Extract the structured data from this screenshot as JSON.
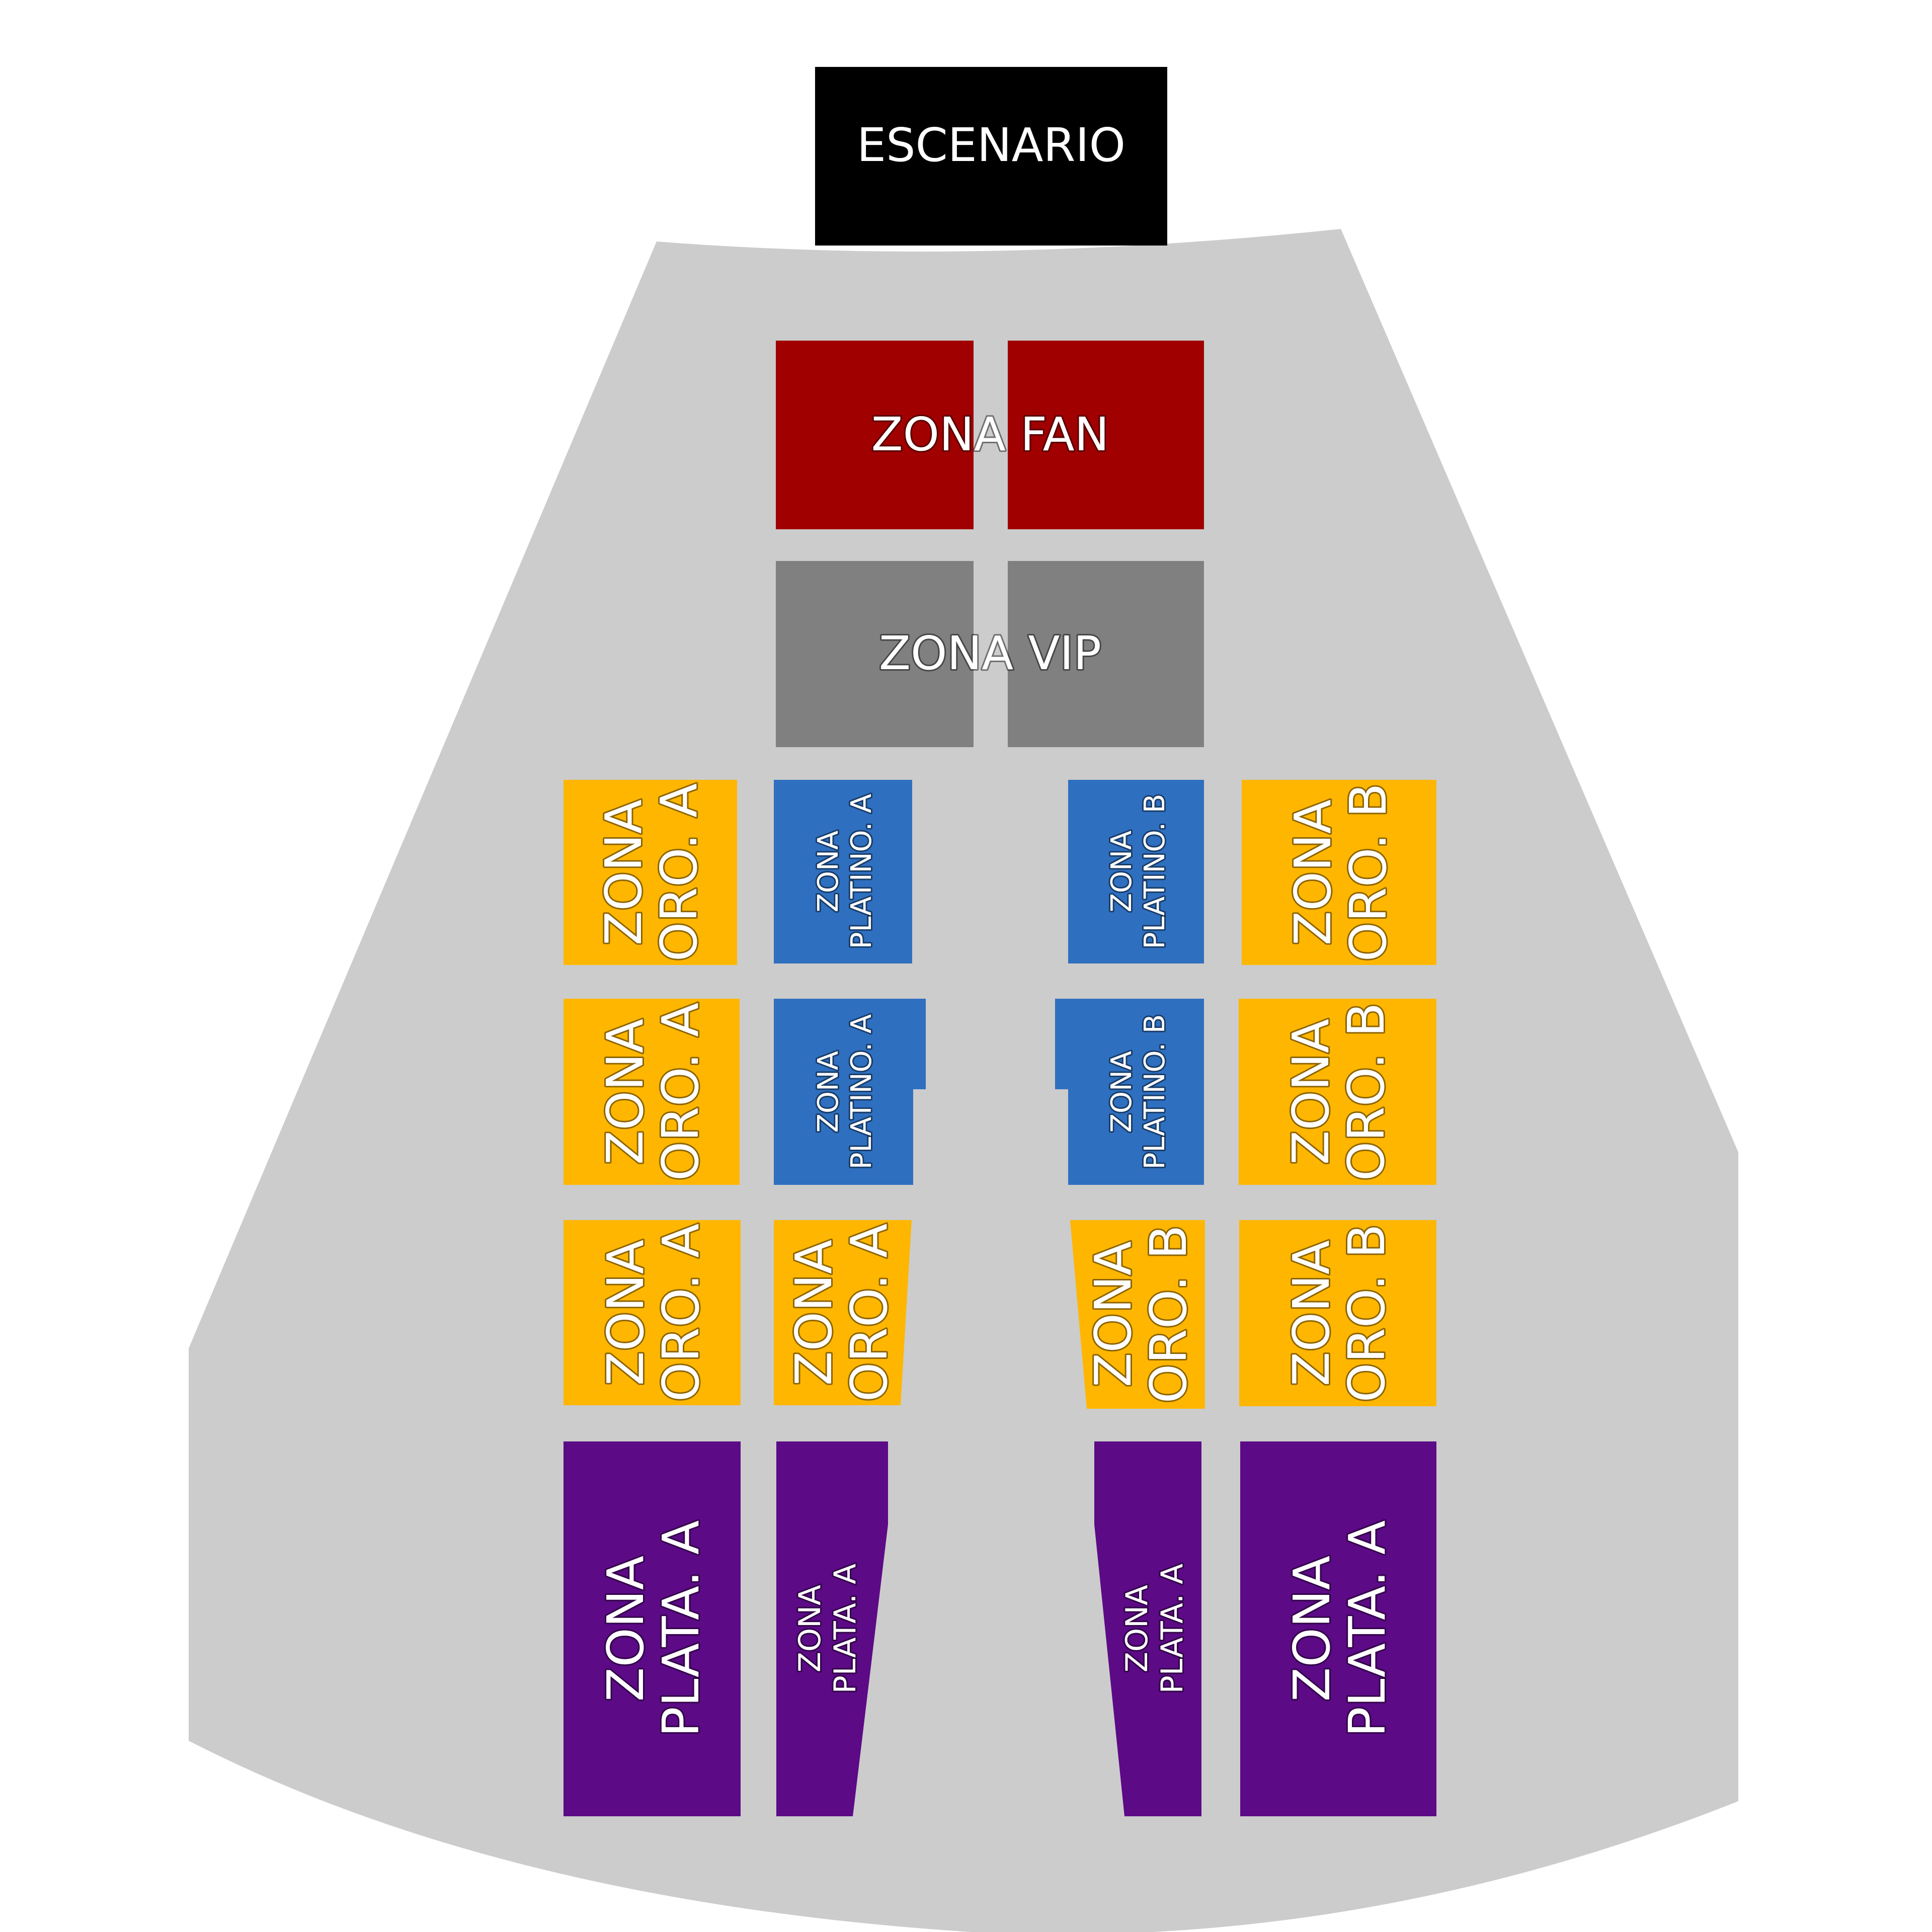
{
  "stage": {
    "label": "ESCENARIO"
  },
  "zones": {
    "fan": "ZONA FAN",
    "vip": "ZONA VIP",
    "oro_a": [
      "ZONA",
      "ORO. A"
    ],
    "oro_b": [
      "ZONA",
      "ORO. B"
    ],
    "platino_a": [
      "ZONA",
      "PLATINO. A"
    ],
    "platino_b": [
      "ZONA",
      "PLATINO. B"
    ],
    "plata_a": [
      "ZONA",
      "PLATA. A"
    ]
  },
  "colors": {
    "floor": "#cccccc",
    "stage": "#000000",
    "fan": "#a00000",
    "vip": "#808080",
    "oro": "#ffb600",
    "platino": "#2f6fbf",
    "plata": "#5c0a86"
  }
}
